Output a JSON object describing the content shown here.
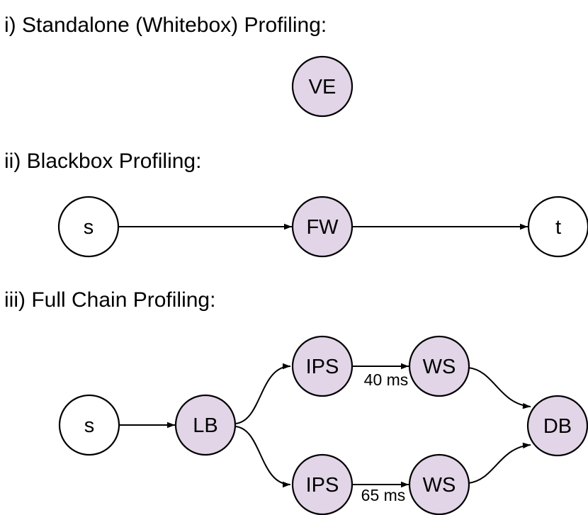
{
  "figure": {
    "description": "Three profiling modes diagram",
    "background": "#ffffff"
  },
  "colors": {
    "purple_fill": "#e1d5e7",
    "white_fill": "#ffffff",
    "stroke": "#000000",
    "text": "#000000"
  },
  "sections": {
    "standalone": {
      "heading": "i) Standalone (Whitebox) Profiling:",
      "nodes": {
        "ve": {
          "label": "VE"
        }
      }
    },
    "blackbox": {
      "heading": "ii) Blackbox Profiling:",
      "nodes": {
        "s": {
          "label": "s"
        },
        "fw": {
          "label": "FW"
        },
        "t": {
          "label": "t"
        }
      }
    },
    "fullchain": {
      "heading": "iii) Full Chain Profiling:",
      "nodes": {
        "s": {
          "label": "s"
        },
        "lb": {
          "label": "LB"
        },
        "ips_top": {
          "label": "IPS"
        },
        "ws_top": {
          "label": "WS"
        },
        "ips_bottom": {
          "label": "IPS"
        },
        "ws_bottom": {
          "label": "WS"
        },
        "db": {
          "label": "DB"
        }
      },
      "edge_labels": {
        "top": "40 ms",
        "bottom": "65 ms"
      }
    }
  }
}
